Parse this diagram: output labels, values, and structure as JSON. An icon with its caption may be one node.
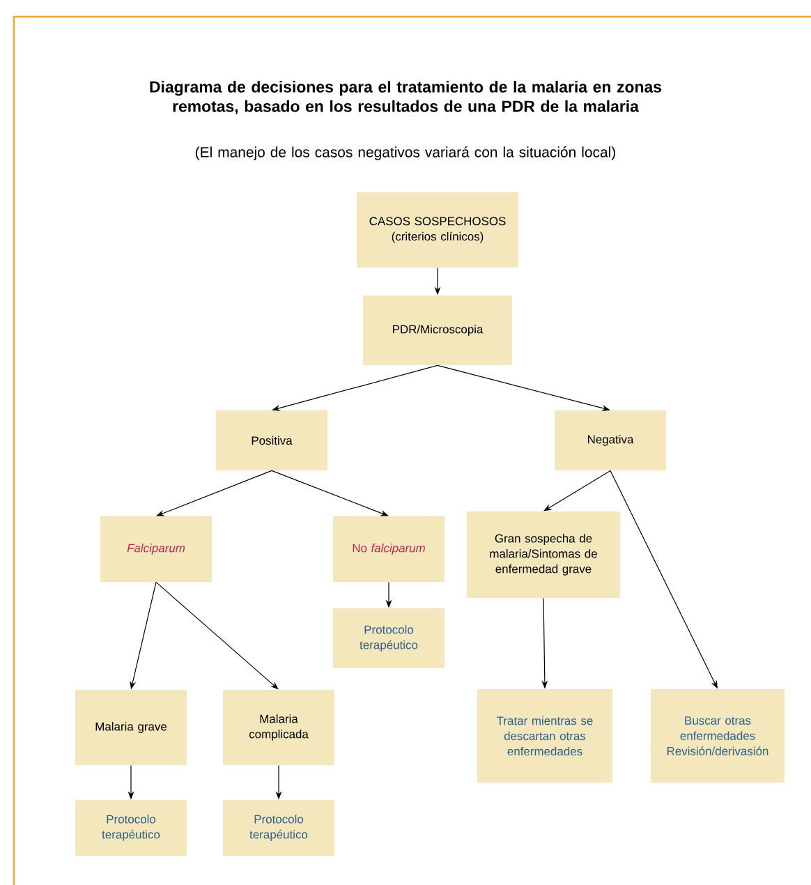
{
  "diagram": {
    "title": "Diagrama de decisiones para el tratamiento de la malaria en zonas remotas, basado en los resultados de una PDR de la malaria",
    "nodes": [
      {
        "text": [
          "CASOS SOSPECHOSOS (criterios clínicos)"
        ]
      },
      {
        "text": [
          "PDR/Microscopia"
        ]
      },
      {
        "text": [
          "Positiva"
        ]
      },
      {
        "text": [
          "Negativa"
        ]
      },
      {
        "text": [
          "Falciparum"
        ]
      },
      {
        "text": [
          "No *falciparum*"
        ]
      },
      {
        "text": [
          "Gran sospecha de malaria/Sintomas de enfermedad grave"
        ]
      },
      {
        "text": [
          "Protocolo terapéutico"
        ]
      },
      {
        "text": [
          "Malaria grave"
        ]
      },
      {
        "text": [
          "Malaria complicada"
        ]
      },
      {
        "text": [
          "Tratar mientras se descartan otras enfermedades"
        ]
      },
      {
        "text": [
          "Buscar otras enfermedades Revisión/derivasión"
        ]
      },
      {
        "text": [
          "Protocolo terapéutico"
        ]
      },
      {
        "text": [
          "Protocolo terapéutico"
        ]
      }
    ],
    "edges": [
      {
        "from": 0,
        "to": 1,
        "arrow": "to"
      },
      {
        "from": 1,
        "to": 2,
        "arrow": "to"
      },
      {
        "from": 1,
        "to": 3,
        "arrow": "to"
      },
      {
        "from": 2,
        "to": 4,
        "arrow": "to"
      },
      {
        "from": 2,
        "to": 5,
        "arrow": "to"
      },
      {
        "from": 3,
        "to": 6,
        "arrow": "to"
      },
      {
        "from": 3,
        "to": 11,
        "arrow": "to"
      },
      {
        "from": 5,
        "to": 7,
        "arrow": "to"
      },
      {
        "from": 4,
        "to": 8,
        "arrow": "to"
      },
      {
        "from": 4,
        "to": 9,
        "arrow": "to"
      },
      {
        "from": 6,
        "to": 10,
        "arrow": "to"
      },
      {
        "from": 8,
        "to": 12,
        "arrow": "to"
      },
      {
        "from": 9,
        "to": 13,
        "arrow": "to"
      }
    ],
    "labels": [
      "(El manejo de los casos negativos variará con la situación local)"
    ]
  }
}
